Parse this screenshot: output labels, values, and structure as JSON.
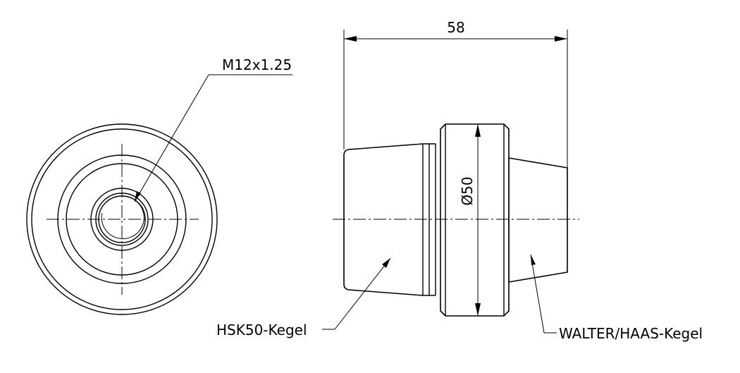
{
  "labels": {
    "thread": "M12x1.25",
    "length_dim": "58",
    "diameter_dim": "Ø50",
    "left_cone": "HSK50-Kegel",
    "right_cone": "WALTER/HAAS-Kegel"
  }
}
